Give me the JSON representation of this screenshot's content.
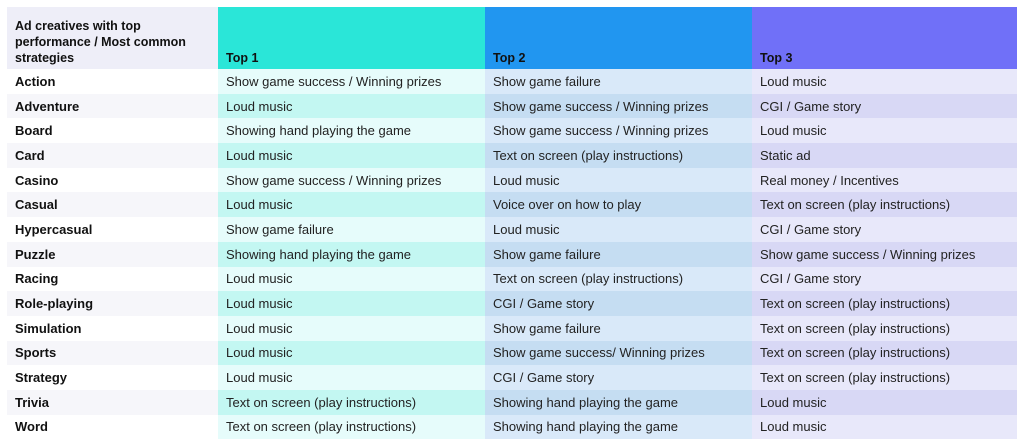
{
  "table": {
    "headers": [
      "Ad creatives with top performance / Most common strategies",
      "Top 1",
      "Top 2",
      "Top 3"
    ],
    "rows": [
      [
        "Action",
        "Show game success / Winning prizes",
        "Show game failure",
        "Loud music"
      ],
      [
        "Adventure",
        "Loud music",
        "Show game success / Winning prizes",
        "CGI / Game story"
      ],
      [
        "Board",
        "Showing hand playing the game",
        "Show game success / Winning prizes",
        "Loud music"
      ],
      [
        "Card",
        "Loud music",
        "Text on screen (play instructions)",
        "Static ad"
      ],
      [
        "Casino",
        "Show game success / Winning prizes",
        "Loud music",
        "Real money / Incentives"
      ],
      [
        "Casual",
        "Loud music",
        "Voice over on how to play",
        "Text on screen (play instructions)"
      ],
      [
        "Hypercasual",
        "Show game failure",
        "Loud music",
        "CGI / Game story"
      ],
      [
        "Puzzle",
        "Showing hand playing the game",
        "Show game failure",
        "Show game success / Winning prizes"
      ],
      [
        "Racing",
        "Loud music",
        "Text on screen (play instructions)",
        "CGI / Game story"
      ],
      [
        "Role-playing",
        "Loud music",
        "CGI / Game story",
        "Text on screen (play instructions)"
      ],
      [
        "Simulation",
        "Loud music",
        "Show game failure",
        "Text on screen (play instructions)"
      ],
      [
        "Sports",
        "Loud music",
        "Show game success/ Winning prizes",
        "Text on screen (play instructions)"
      ],
      [
        "Strategy",
        "Loud music",
        "CGI / Game story",
        "Text on screen (play instructions)"
      ],
      [
        "Trivia",
        "Text on screen (play instructions)",
        "Showing hand playing the game",
        "Loud music"
      ],
      [
        "Word",
        "Text on screen (play instructions)",
        "Showing hand playing the game",
        "Loud music"
      ]
    ]
  },
  "colors": {
    "top1": "#2ae6d8",
    "top2": "#2196f0",
    "top3": "#7070f8"
  }
}
